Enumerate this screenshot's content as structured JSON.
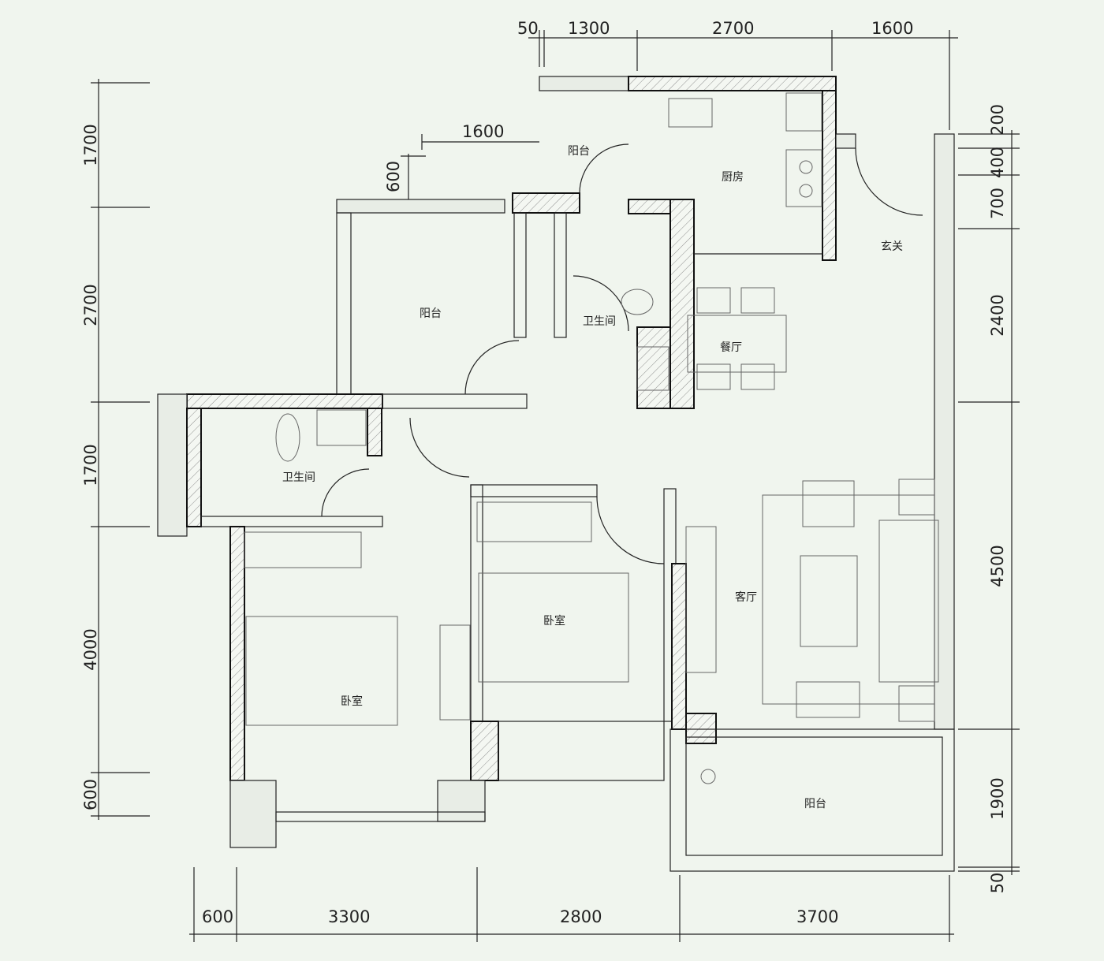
{
  "dimensions": {
    "top": [
      "50",
      "1300",
      "2700",
      "1600"
    ],
    "left": [
      "1700",
      "2700",
      "1700",
      "4000",
      "600"
    ],
    "right": [
      "200",
      "400",
      "700",
      "2400",
      "4500",
      "1900",
      "50"
    ],
    "bottom": [
      "600",
      "3300",
      "2800",
      "3700"
    ],
    "inner": [
      "1600",
      "600"
    ]
  },
  "rooms": {
    "utility_balcony": "阳台",
    "kitchen": "厨房",
    "entrance": "玄关",
    "west_balcony": "阳台",
    "bathroom_main": "卫生间",
    "dining": "餐厅",
    "bathroom_master": "卫生间",
    "bedroom_second": "卧室",
    "living": "客厅",
    "bedroom_master": "卧室",
    "living_balcony": "阳台"
  },
  "colors": {
    "background": "#f0f5ee",
    "wall": "#111111"
  }
}
